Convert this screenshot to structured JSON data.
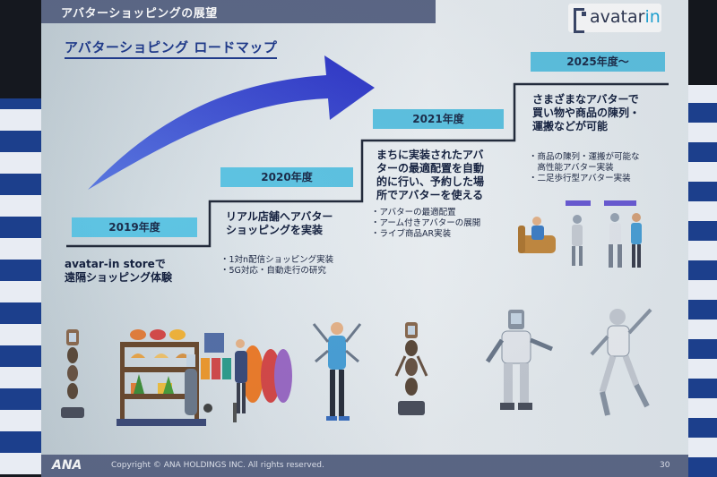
{
  "slide": {
    "header_title": "アバターショッピングの展望",
    "logo": {
      "prefix": "avatar",
      "suffix": "in"
    },
    "heading": "アバターショピング ロードマップ",
    "milestones": [
      {
        "label": "2019年度",
        "text_lines": [
          "avatar-in storeで",
          "遠隔ショッピング体験"
        ],
        "bullets": []
      },
      {
        "label": "2020年度",
        "text_lines": [
          "リアル店舗へアバター",
          "ショッピングを実装"
        ],
        "bullets": [
          "・1対n配信ショッピング実装",
          "・5G対応・自動走行の研究"
        ]
      },
      {
        "label": "2021年度",
        "text_lines": [
          "まちに実装されたアバ",
          "ターの最適配置を自動",
          "的に行い、予約した場",
          "所でアバターを使える"
        ],
        "bullets": [
          "・アバターの最適配置",
          "・アーム付きアバターの展開",
          "・ライブ商品AR実装"
        ]
      },
      {
        "label": "2025年度～",
        "text_lines": [
          "さまざまなアバターで",
          "買い物や商品の陳列・",
          "運搬などが可能"
        ],
        "bullets": [
          "・商品の陳列・運搬が可能な",
          "　高性能アバター実装",
          "・二足歩行型アバター実装"
        ]
      }
    ],
    "footer": {
      "company_logo": "ANA",
      "copyright": "Copyright © ANA HOLDINGS INC. All rights reserved.",
      "page_number": "30"
    }
  },
  "colors": {
    "label_bg": "#5ec4e3",
    "bar_bg": "#5d6887",
    "heading": "#1f3a8c",
    "arrow": "#3a3fd0",
    "checker_blue": "#1c3f8c"
  }
}
